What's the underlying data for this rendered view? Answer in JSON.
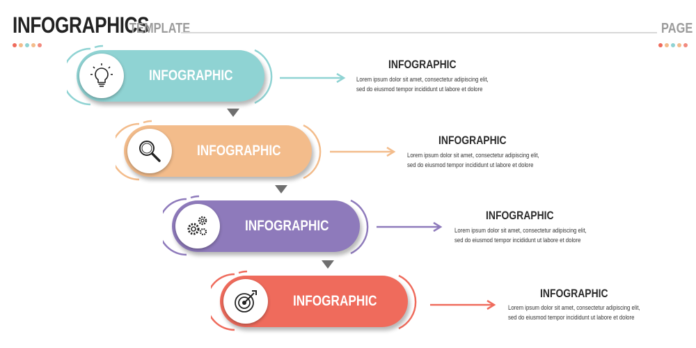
{
  "header": {
    "title": "INFOGRAPHICS",
    "subtitle": "TEMPLATE",
    "page": "PAGE"
  },
  "colors": {
    "teal": "#8fd3d3",
    "orange": "#f3bc8b",
    "purple": "#8e7abb",
    "red": "#ef6b5c",
    "connector": "#6f6f6f",
    "header_line": "#d8d8d8"
  },
  "steps": [
    {
      "label": "INFOGRAPHIC",
      "icon": "lightbulb-icon",
      "color": "#8fd3d3",
      "info_title": "INFOGRAPHIC",
      "info_line1": "Lorem ipsum dolor sit amet, consectetur adipiscing elit,",
      "info_line2": "sed do eiusmod tempor incididunt ut labore et dolore"
    },
    {
      "label": "INFOGRAPHIC",
      "icon": "magnifier-icon",
      "color": "#f3bc8b",
      "info_title": "INFOGRAPHIC",
      "info_line1": "Lorem ipsum dolor sit amet, consectetur adipiscing elit,",
      "info_line2": "sed do eiusmod tempor incididunt ut labore et dolore"
    },
    {
      "label": "INFOGRAPHIC",
      "icon": "gears-icon",
      "color": "#8e7abb",
      "info_title": "INFOGRAPHIC",
      "info_line1": "Lorem ipsum dolor sit amet, consectetur adipiscing elit,",
      "info_line2": "sed do eiusmod tempor incididunt ut labore et dolore"
    },
    {
      "label": "INFOGRAPHIC",
      "icon": "target-icon",
      "color": "#ef6b5c",
      "info_title": "INFOGRAPHIC",
      "info_line1": "Lorem ipsum dolor sit amet, consectetur adipiscing elit,",
      "info_line2": "sed do eiusmod tempor incididunt ut labore et dolore"
    }
  ]
}
